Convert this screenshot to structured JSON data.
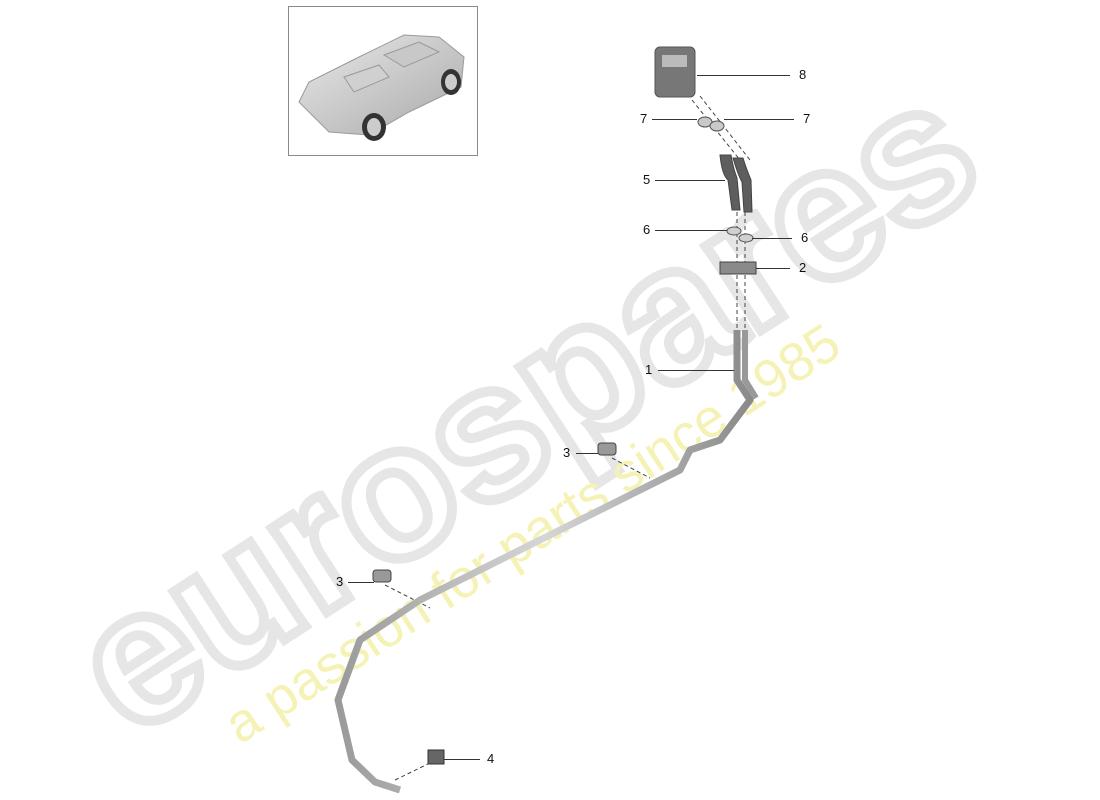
{
  "watermark": {
    "brand": "eurospares",
    "tagline": "a passion for parts since 1985",
    "brand_color": "#e8e8e8",
    "tagline_color": "#f3f0a8"
  },
  "thumbnail": {
    "label": "Vehicle overview thumbnail (sports car, rear 3/4 view)"
  },
  "callouts": [
    {
      "id": "8",
      "label": "8",
      "part": "Filler cap / cover"
    },
    {
      "id": "7a",
      "label": "7",
      "part": "Hose clamp (left)"
    },
    {
      "id": "7b",
      "label": "7",
      "part": "Hose clamp (right)"
    },
    {
      "id": "5",
      "label": "5",
      "part": "Hose pair"
    },
    {
      "id": "6a",
      "label": "6",
      "part": "Clamp ring (left)"
    },
    {
      "id": "6b",
      "label": "6",
      "part": "Clamp ring (right)"
    },
    {
      "id": "2",
      "label": "2",
      "part": "Holder bracket"
    },
    {
      "id": "1",
      "label": "1",
      "part": "Line pipe"
    },
    {
      "id": "3a",
      "label": "3",
      "part": "Pipe clip (upper)"
    },
    {
      "id": "3b",
      "label": "3",
      "part": "Pipe clip (lower)"
    },
    {
      "id": "4",
      "label": "4",
      "part": "End connector"
    }
  ]
}
